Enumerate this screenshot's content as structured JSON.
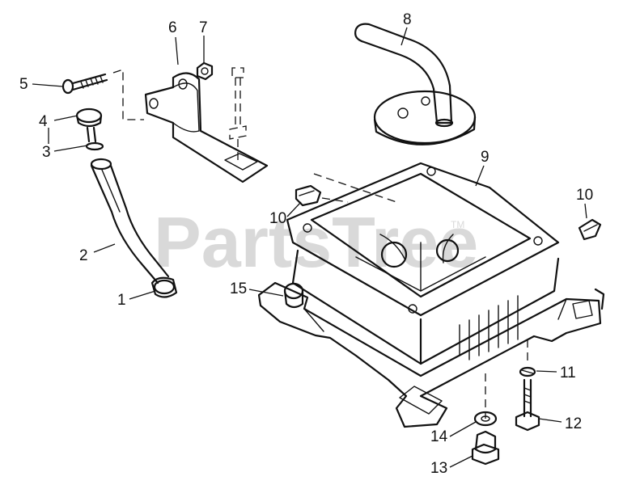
{
  "watermark": {
    "text": "PartsTree",
    "tm": "TM"
  },
  "callouts": {
    "c1": "1",
    "c2": "2",
    "c3": "3",
    "c4": "4",
    "c5": "5",
    "c6": "6",
    "c7": "7",
    "c8": "8",
    "c9": "9",
    "c10a": "10",
    "c10b": "10",
    "c11": "11",
    "c12": "12",
    "c13": "13",
    "c14": "14",
    "c15": "15"
  }
}
